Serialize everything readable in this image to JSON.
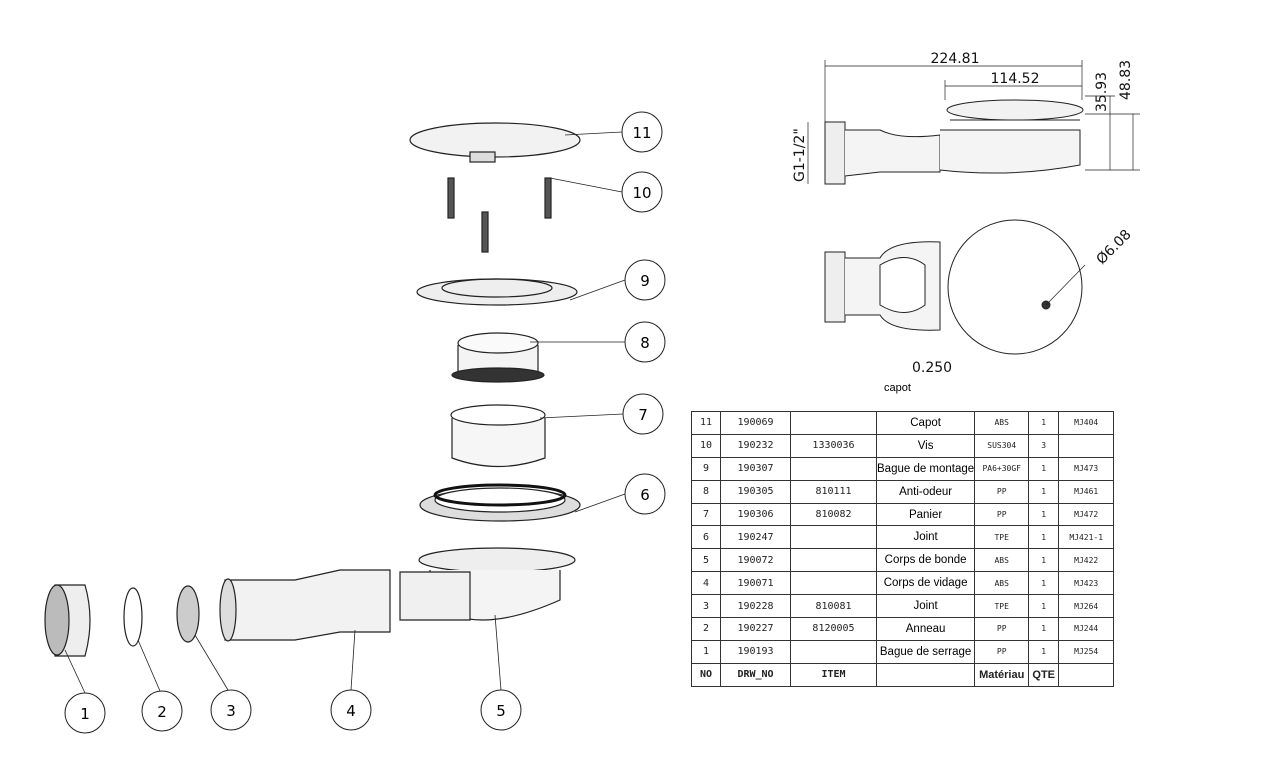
{
  "callouts": [
    "1",
    "2",
    "3",
    "4",
    "5",
    "6",
    "7",
    "8",
    "9",
    "10",
    "11"
  ],
  "dimensions": {
    "overall_length": "224.81",
    "cover_diameter": "114.52",
    "height_small": "35.93",
    "height_total": "48.83",
    "thread": "G1-1/2\"",
    "hole_diameter": "Ø6.08",
    "scale": "0.250",
    "label": "capot"
  },
  "bom": {
    "rows": [
      {
        "no": "11",
        "drw": "190069",
        "item": "",
        "name": "Capot",
        "mat": "ABS",
        "qty": "1",
        "ref": "MJ404"
      },
      {
        "no": "10",
        "drw": "190232",
        "item": "1330036",
        "name": "Vis",
        "mat": "SUS304",
        "qty": "3",
        "ref": ""
      },
      {
        "no": "9",
        "drw": "190307",
        "item": "",
        "name": "Bague de montage",
        "mat": "PA6+30GF",
        "qty": "1",
        "ref": "MJ473"
      },
      {
        "no": "8",
        "drw": "190305",
        "item": "810111",
        "name": "Anti-odeur",
        "mat": "PP",
        "qty": "1",
        "ref": "MJ461"
      },
      {
        "no": "7",
        "drw": "190306",
        "item": "810082",
        "name": "Panier",
        "mat": "PP",
        "qty": "1",
        "ref": "MJ472"
      },
      {
        "no": "6",
        "drw": "190247",
        "item": "",
        "name": "Joint",
        "mat": "TPE",
        "qty": "1",
        "ref": "MJ421-1"
      },
      {
        "no": "5",
        "drw": "190072",
        "item": "",
        "name": "Corps de bonde",
        "mat": "ABS",
        "qty": "1",
        "ref": "MJ422"
      },
      {
        "no": "4",
        "drw": "190071",
        "item": "",
        "name": "Corps de vidage",
        "mat": "ABS",
        "qty": "1",
        "ref": "MJ423"
      },
      {
        "no": "3",
        "drw": "190228",
        "item": "810081",
        "name": "Joint",
        "mat": "TPE",
        "qty": "1",
        "ref": "MJ264"
      },
      {
        "no": "2",
        "drw": "190227",
        "item": "8120005",
        "name": "Anneau",
        "mat": "PP",
        "qty": "1",
        "ref": "MJ244"
      },
      {
        "no": "1",
        "drw": "190193",
        "item": "",
        "name": "Bague de serrage",
        "mat": "PP",
        "qty": "1",
        "ref": "MJ254"
      }
    ],
    "header": {
      "no": "NO",
      "drw": "DRW_NO",
      "item": "ITEM",
      "name": "",
      "mat": "Matériau",
      "qty": "QTE",
      "ref": ""
    }
  }
}
